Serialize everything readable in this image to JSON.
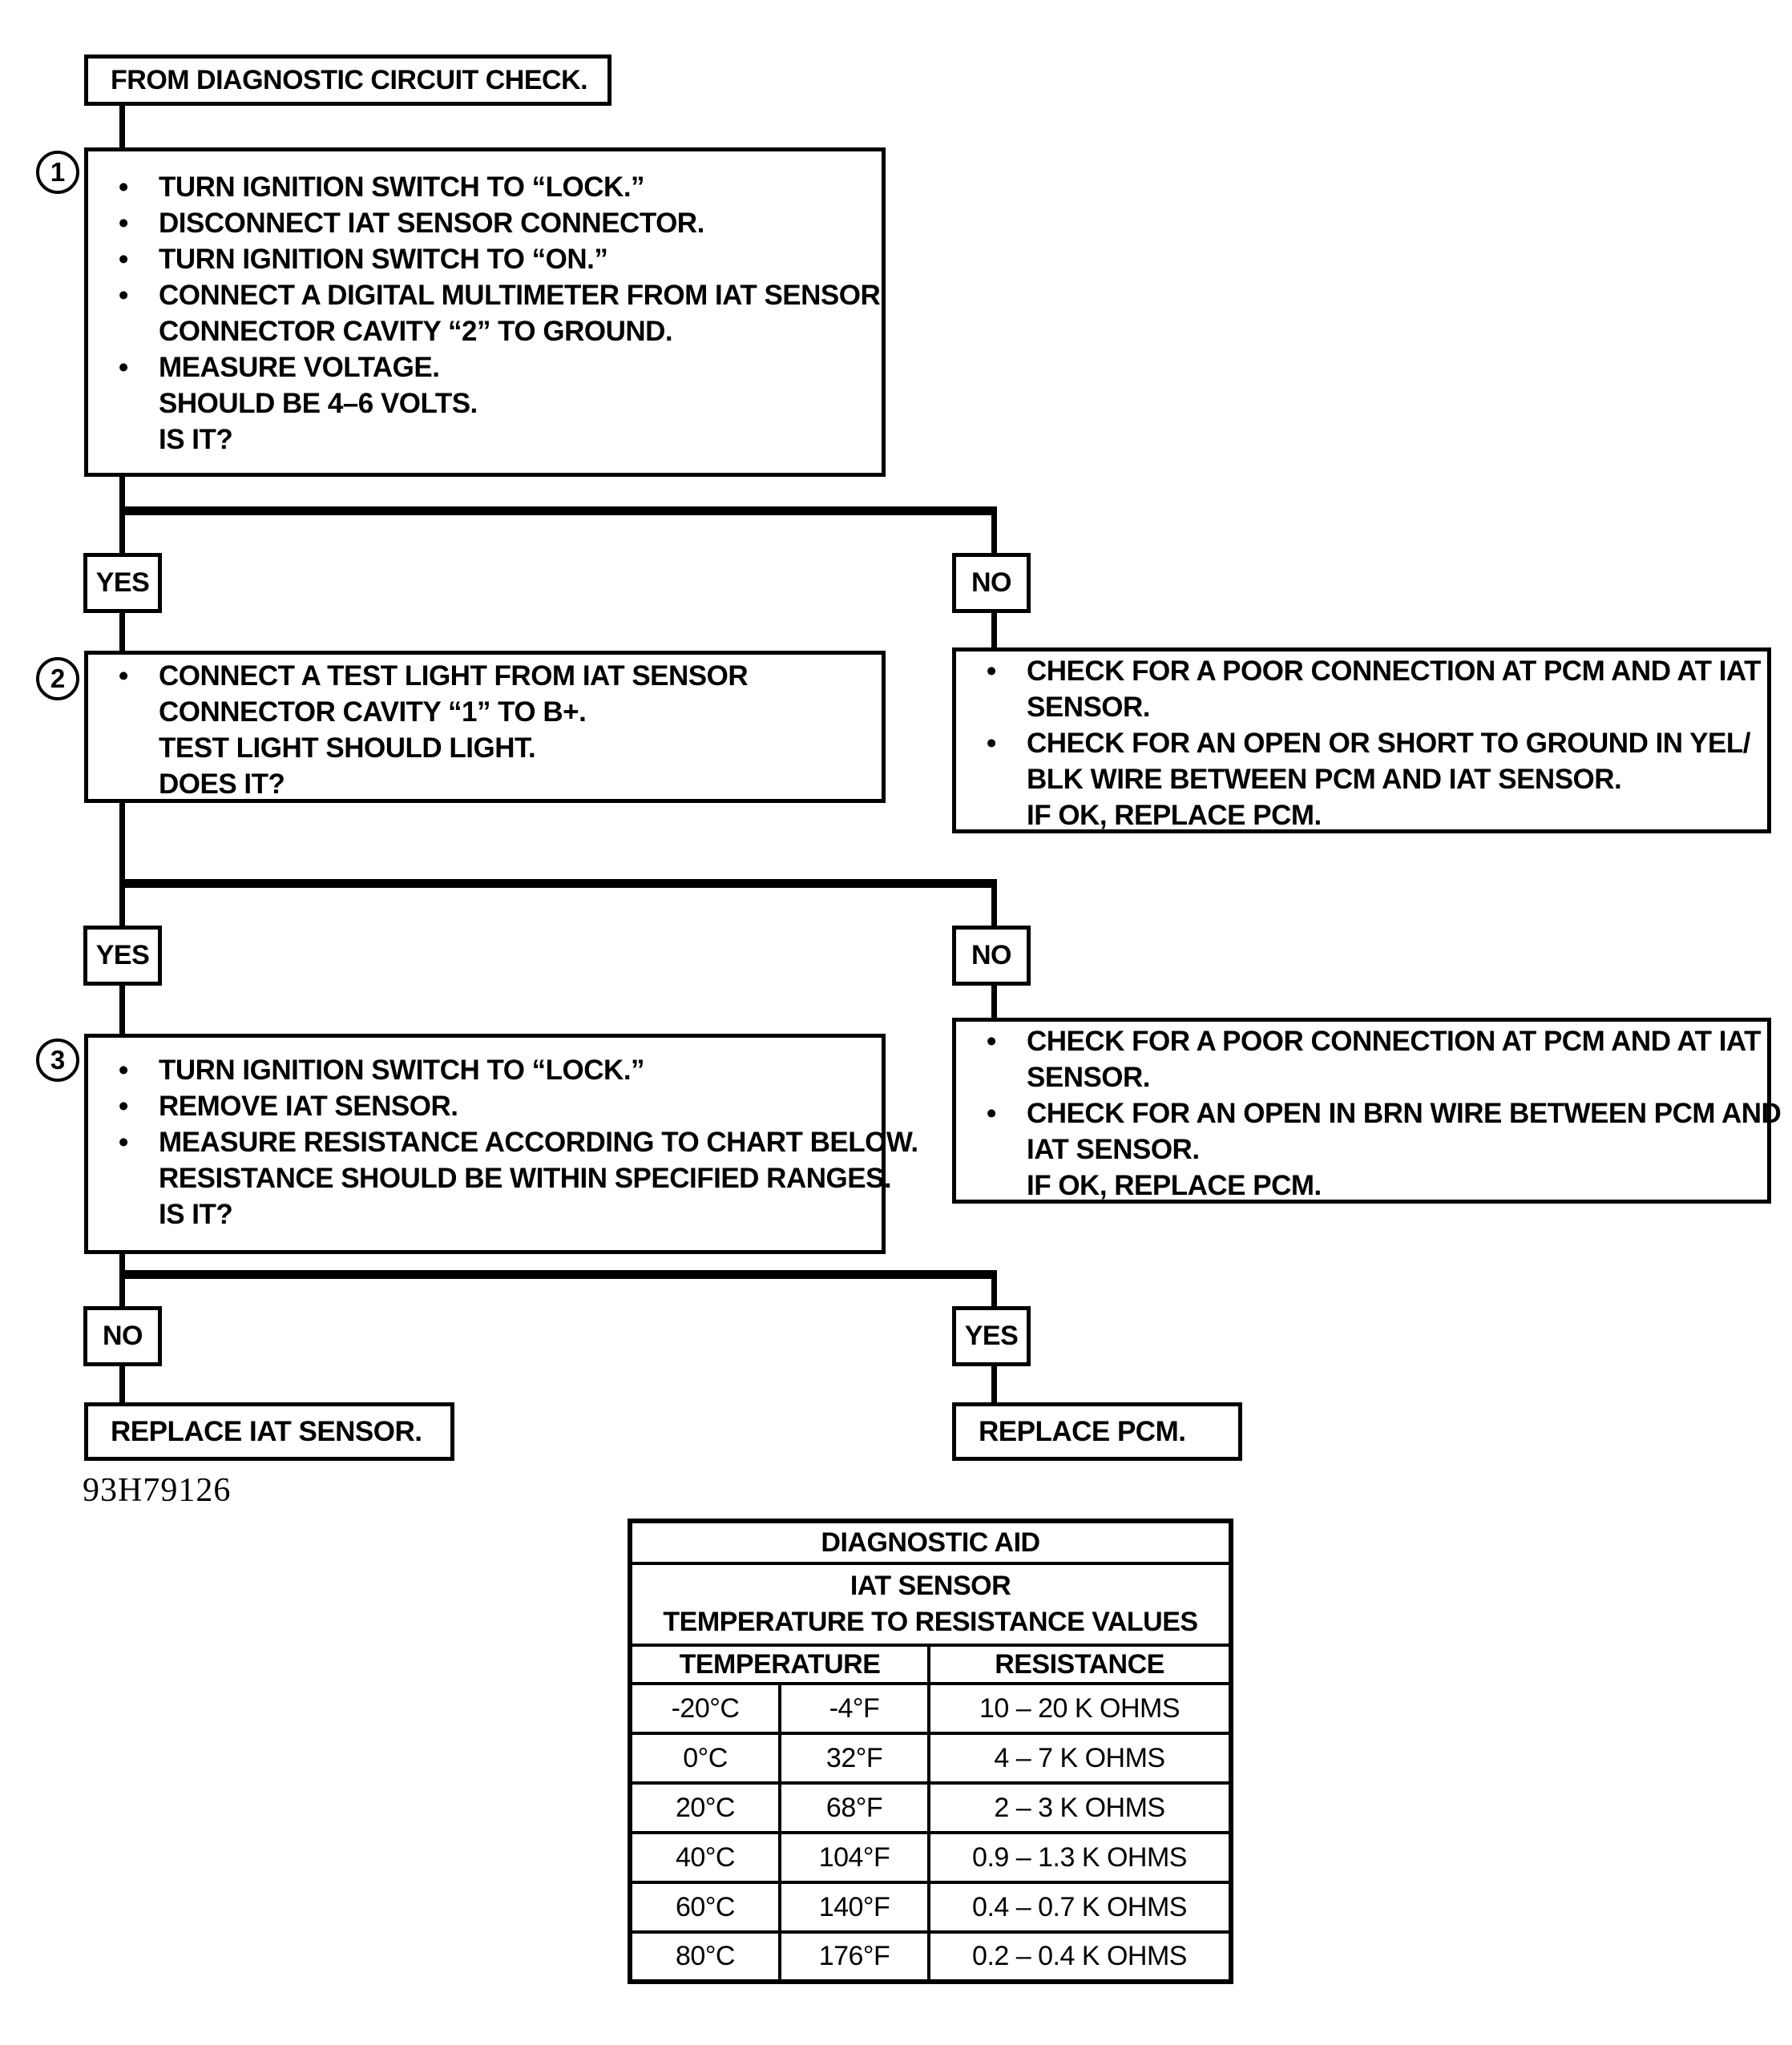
{
  "figure_number": "93H79126",
  "colors": {
    "ink": "#000000",
    "paper": "#ffffff"
  },
  "flow": {
    "start": {
      "label": "FROM DIAGNOSTIC CIRCUIT CHECK."
    },
    "step1": {
      "number": "1",
      "lines": [
        {
          "bullet": "•",
          "text": "TURN IGNITION SWITCH TO “LOCK.”"
        },
        {
          "bullet": "•",
          "text": "DISCONNECT IAT SENSOR CONNECTOR."
        },
        {
          "bullet": "•",
          "text": "TURN IGNITION SWITCH TO “ON.”"
        },
        {
          "bullet": "•",
          "text": "CONNECT A DIGITAL MULTIMETER FROM IAT SENSOR"
        },
        {
          "bullet": "",
          "text": "CONNECTOR CAVITY “2” TO GROUND."
        },
        {
          "bullet": "•",
          "text": "MEASURE VOLTAGE."
        },
        {
          "bullet": "",
          "text": "SHOULD BE 4–6 VOLTS."
        },
        {
          "bullet": "",
          "text": "IS IT?"
        }
      ]
    },
    "branch1": {
      "yes": "YES",
      "no": "NO"
    },
    "no1_box": {
      "lines": [
        {
          "bullet": "•",
          "text": "CHECK FOR A POOR CONNECTION AT PCM AND AT IAT"
        },
        {
          "bullet": "",
          "text": "SENSOR."
        },
        {
          "bullet": "•",
          "text": "CHECK FOR AN OPEN OR SHORT TO GROUND IN YEL/"
        },
        {
          "bullet": "",
          "text": "BLK WIRE BETWEEN PCM AND IAT SENSOR."
        },
        {
          "bullet": "",
          "text": "IF OK, REPLACE PCM."
        }
      ]
    },
    "step2": {
      "number": "2",
      "lines": [
        {
          "bullet": "•",
          "text": "CONNECT A TEST LIGHT FROM IAT SENSOR"
        },
        {
          "bullet": "",
          "text": "CONNECTOR CAVITY “1” TO B+."
        },
        {
          "bullet": "",
          "text": "TEST LIGHT SHOULD LIGHT."
        },
        {
          "bullet": "",
          "text": "DOES IT?"
        }
      ]
    },
    "branch2": {
      "yes": "YES",
      "no": "NO"
    },
    "no2_box": {
      "lines": [
        {
          "bullet": "•",
          "text": "CHECK FOR A POOR CONNECTION AT PCM AND AT IAT"
        },
        {
          "bullet": "",
          "text": "SENSOR."
        },
        {
          "bullet": "•",
          "text": "CHECK FOR AN OPEN IN BRN WIRE BETWEEN PCM AND"
        },
        {
          "bullet": "",
          "text": "IAT SENSOR."
        },
        {
          "bullet": "",
          "text": "IF OK, REPLACE PCM."
        }
      ]
    },
    "step3": {
      "number": "3",
      "lines": [
        {
          "bullet": "•",
          "text": "TURN IGNITION SWITCH TO “LOCK.”"
        },
        {
          "bullet": "•",
          "text": "REMOVE IAT SENSOR."
        },
        {
          "bullet": "•",
          "text": "MEASURE RESISTANCE ACCORDING TO CHART BELOW."
        },
        {
          "bullet": "",
          "text": "RESISTANCE SHOULD BE WITHIN SPECIFIED RANGES."
        },
        {
          "bullet": "",
          "text": "IS IT?"
        }
      ]
    },
    "branch3": {
      "no": "NO",
      "yes": "YES"
    },
    "replace_iat": {
      "label": "REPLACE IAT SENSOR."
    },
    "replace_pcm": {
      "label": "REPLACE PCM."
    }
  },
  "table": {
    "title": "DIAGNOSTIC AID",
    "subtitle1": "IAT SENSOR",
    "subtitle2": "TEMPERATURE TO RESISTANCE VALUES",
    "col_temperature": "TEMPERATURE",
    "col_resistance": "RESISTANCE",
    "rows": [
      {
        "c": "-20°C",
        "f": "-4°F",
        "r": "10 – 20 K OHMS"
      },
      {
        "c": "0°C",
        "f": "32°F",
        "r": "4 – 7 K OHMS"
      },
      {
        "c": "20°C",
        "f": "68°F",
        "r": "2 – 3 K OHMS"
      },
      {
        "c": "40°C",
        "f": "104°F",
        "r": "0.9 – 1.3 K OHMS"
      },
      {
        "c": "60°C",
        "f": "140°F",
        "r": "0.4 – 0.7 K OHMS"
      },
      {
        "c": "80°C",
        "f": "176°F",
        "r": "0.2 – 0.4 K OHMS"
      }
    ]
  }
}
